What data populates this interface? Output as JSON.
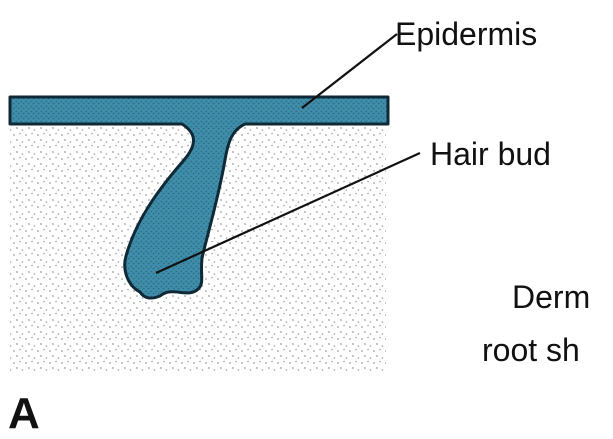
{
  "figure": {
    "panel_letter": "A",
    "labels": {
      "epidermis": "Epidermis",
      "hair_bud": "Hair bud",
      "dermis_partial": "Derm",
      "root_sheath_partial": "root sh"
    },
    "colors": {
      "tissue_fill": "#3d8aa6",
      "tissue_outline": "#0f2a36",
      "dermis_dots": "#9aa1a6",
      "leader_line": "#111111",
      "text": "#111111",
      "background": "#ffffff"
    }
  }
}
